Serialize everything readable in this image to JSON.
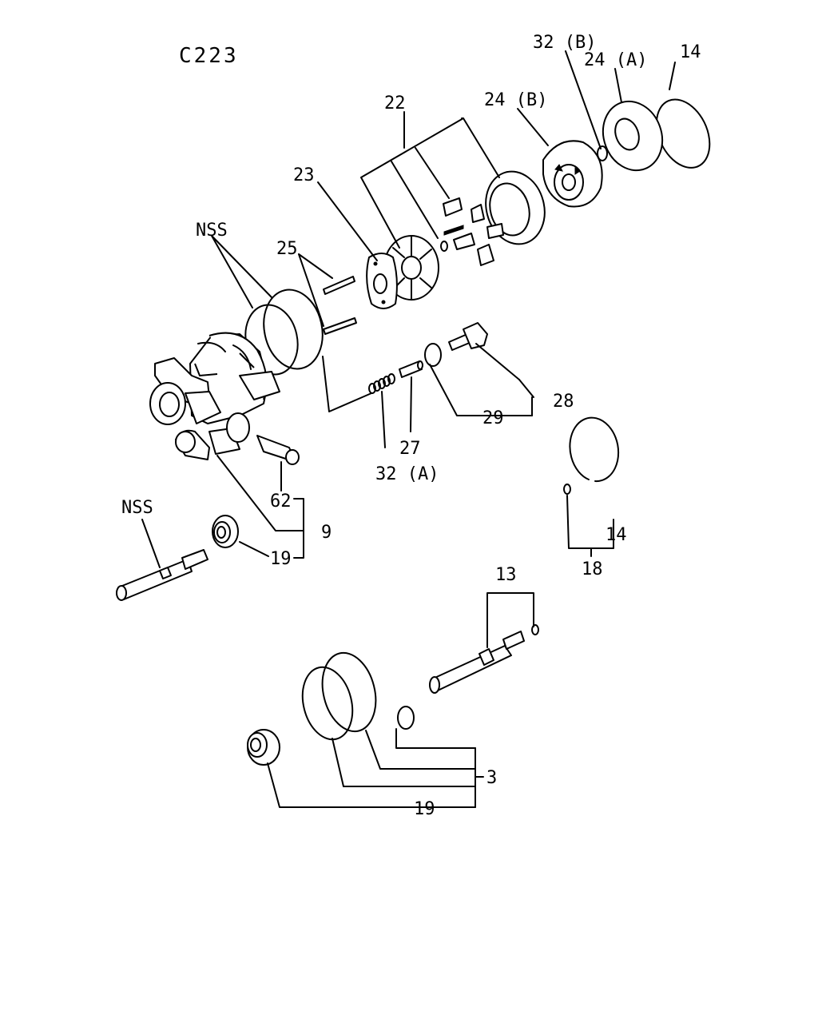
{
  "diagram": {
    "code": "C223",
    "labels": {
      "l14a": "14",
      "l32b": "32 (B)",
      "l24a": "24 (A)",
      "l24b": "24 (B)",
      "l22": "22",
      "l23": "23",
      "l25": "25",
      "lnss1": "NSS",
      "l28": "28",
      "l29": "29",
      "l27": "27",
      "l32a": "32 (A)",
      "l62": "62",
      "l9": "9",
      "lnss2": "NSS",
      "l19a": "19",
      "l14b": "14",
      "l18": "18",
      "l13": "13",
      "l3": "3",
      "l19b": "19"
    }
  }
}
